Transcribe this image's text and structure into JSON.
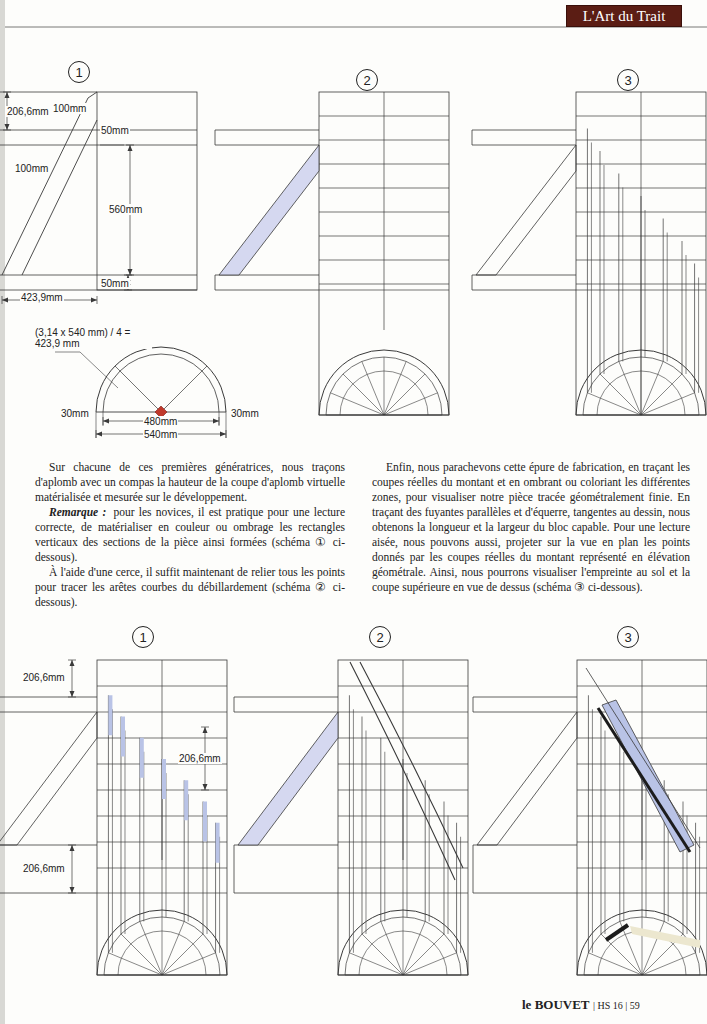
{
  "diagram": {
    "nodes": [
      {
        "text": [
          "L'Art du Trait"
        ]
      },
      {
        "text": [
          "1"
        ]
      },
      {
        "text": [
          "2"
        ]
      },
      {
        "text": [
          "3"
        ]
      },
      {
        "text": [
          "1"
        ]
      },
      {
        "text": [
          "2"
        ]
      },
      {
        "text": [
          "3"
        ]
      }
    ],
    "labels": [
      "206,6mm",
      "100mm",
      "50mm",
      "100mm",
      "560mm",
      "50mm",
      "423,9mm",
      "(3,14 x 540 mm) / 4 = 423,9 mm",
      "30mm",
      "480mm",
      "30mm",
      "540mm",
      "Sur chacune de ces premières génératrices, nous traçons d'aplomb avec un compas la hauteur de la coupe d'aplomb virtuelle matérialisée et mesurée sur le développement.",
      "Remarque :",
      "pour les novices, il est pratique pour une lecture correcte, de matérialiser en couleur ou ombrage les rectangles verticaux des sections de la pièce ainsi formées (schéma ① ci-dessous).",
      "À l'aide d'une cerce, il suffit maintenant de relier tous les points pour tracer les arêtes courbes du débillardement (schéma ② ci-dessous).",
      "Enfin, nous parachevons cette épure de fabrication, en traçant les coupes réelles du montant et en ombrant ou coloriant les différentes zones, pour visualiser notre pièce tracée géométralement finie. En traçant des fuyantes parallèles et d'équerre, tangentes au dessin, nous obtenons la longueur et la largeur du bloc capable. Pour une lecture aisée, nous pouvons aussi, projeter sur la vue en plan les points donnés par les coupes réelles du montant représenté en élévation géométrale. Ainsi, nous pourrons visualiser l'empreinte au sol et la coupe supérieure en vue de dessus (schéma ③ ci-dessous).",
      "206,6mm",
      "206,6mm",
      "206,6mm",
      "le BOUVET",
      "| HS 16 | 59"
    ]
  }
}
